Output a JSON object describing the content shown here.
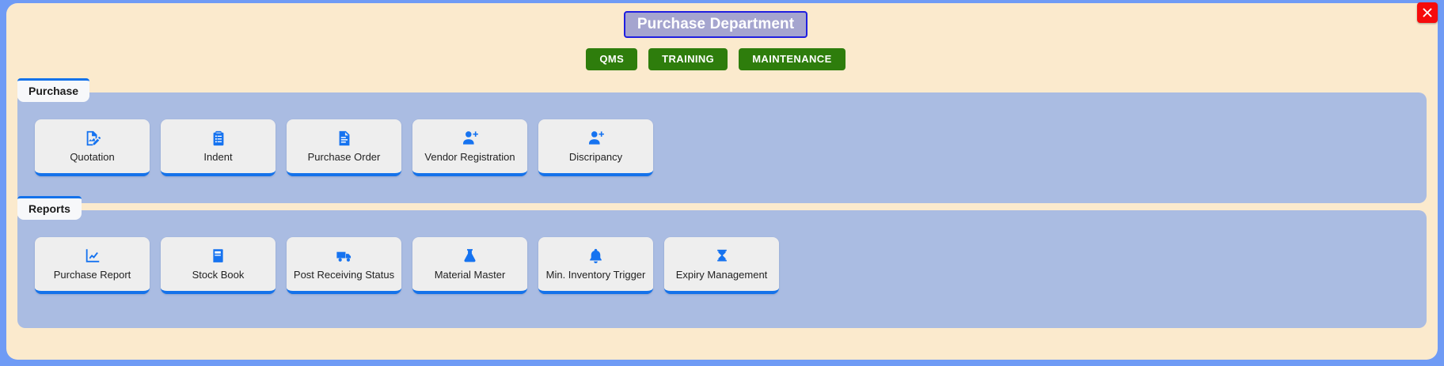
{
  "window": {
    "close_label": "×",
    "close_icon": "close-icon",
    "background_color": "#6f9bf5",
    "panel_color": "#fbeacd"
  },
  "header": {
    "title": "Purchase Department",
    "title_bg": "#a5a5cf",
    "title_border": "#1f1fe0",
    "nav_buttons": [
      {
        "label": "QMS",
        "name": "qms"
      },
      {
        "label": "TRAINING",
        "name": "training"
      },
      {
        "label": "MAINTENANCE",
        "name": "maintenance"
      }
    ],
    "nav_button_color": "#2e7d0c"
  },
  "sections": [
    {
      "tab_label": "Purchase",
      "name": "purchase",
      "panel_color": "#aabce2",
      "accent_color": "#1472ea",
      "tiles": [
        {
          "label": "Quotation",
          "icon": "document-edit-icon",
          "width": 145
        },
        {
          "label": "Indent",
          "icon": "clipboard-list-icon",
          "width": 145
        },
        {
          "label": "Purchase Order",
          "icon": "document-text-icon",
          "width": 145
        },
        {
          "label": "Vendor Registration",
          "icon": "user-add-icon",
          "width": 145
        },
        {
          "label": "Discripancy",
          "icon": "user-add-icon",
          "width": 145
        }
      ]
    },
    {
      "tab_label": "Reports",
      "name": "reports",
      "panel_color": "#aabce2",
      "accent_color": "#1472ea",
      "tiles": [
        {
          "label": "Purchase Report",
          "icon": "chart-line-icon",
          "width": 145
        },
        {
          "label": "Stock Book",
          "icon": "book-icon",
          "width": 145
        },
        {
          "label": "Post Receiving Status",
          "icon": "truck-icon",
          "width": 145
        },
        {
          "label": "Material Master",
          "icon": "flask-icon",
          "width": 145
        },
        {
          "label": "Min. Inventory Trigger",
          "icon": "bell-icon",
          "width": 145
        },
        {
          "label": "Expiry Management",
          "icon": "hourglass-icon",
          "width": 145
        }
      ]
    }
  ]
}
